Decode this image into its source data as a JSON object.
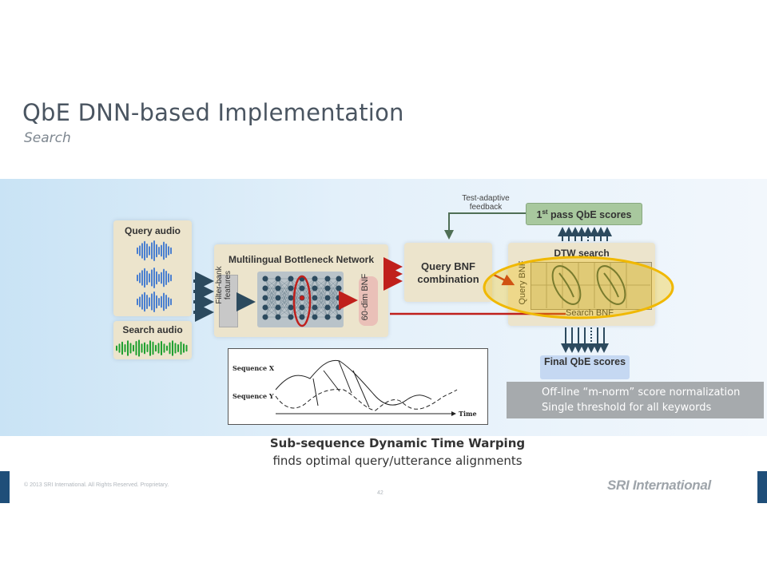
{
  "slide": {
    "title": "QbE DNN-based Implementation",
    "subtitle": "Search"
  },
  "diagram": {
    "query_audio": "Query audio",
    "search_audio": "Search audio",
    "network_title": "Multilingual Bottleneck Network",
    "filterbank": "Filter-bank features",
    "bnf": "60-dim BNF",
    "query_combo": "Query BNF combination",
    "feedback": "Test-adaptive feedback",
    "first_pass_prefix": "1",
    "first_pass_sup": "st",
    "first_pass_suffix": " pass QbE scores",
    "dtw": "DTW search",
    "query_bnf": "Query BNF",
    "search_bnf": "Search BNF",
    "final_scores": "Final QbE scores",
    "sequence_x": "Sequence X",
    "sequence_y": "Sequence Y",
    "time": "Time"
  },
  "notes": {
    "line1": "Off-line “m-norm” score normalization",
    "line2": "Single threshold for all keywords"
  },
  "caption": {
    "line1": "Sub-sequence Dynamic Time Warping",
    "line2": "finds optimal query/utterance alignments"
  },
  "footer": {
    "copyright": "© 2013 SRI International. All Rights Reserved. Proprietary.",
    "page": "42",
    "brand": "SRI International"
  },
  "colors": {
    "query_wave": "#4a7fd0",
    "search_wave": "#1fa030",
    "arrow_dark": "#2c4a5e",
    "arrow_red": "#c0201c",
    "highlight": "#f2c200",
    "green_box": "#a8c89e",
    "final_box": "#c5d8f2"
  }
}
